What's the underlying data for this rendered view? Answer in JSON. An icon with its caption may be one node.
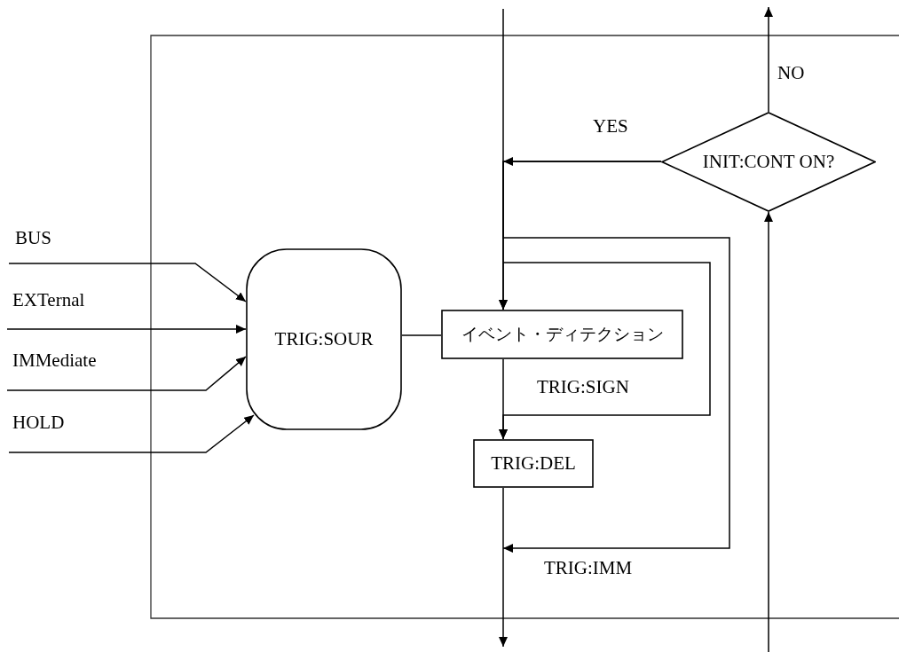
{
  "diagram": {
    "nodes": [
      {
        "text": [
          "TRIG:SOUR"
        ]
      },
      {
        "text": [
          "イベント・ディテクション"
        ]
      },
      {
        "text": [
          "TRIG:DEL"
        ]
      },
      {
        "text": [
          "INIT:CONT ON?"
        ]
      }
    ],
    "edges": [
      {
        "from": null,
        "to": 0,
        "arrow": "to",
        "label": "BUS"
      },
      {
        "from": null,
        "to": 0,
        "arrow": "to",
        "label": "EXTernal"
      },
      {
        "from": null,
        "to": 0,
        "arrow": "to",
        "label": "IMMediate"
      },
      {
        "from": null,
        "to": 0,
        "arrow": "to",
        "label": "HOLD"
      },
      {
        "from": 0,
        "to": 1,
        "arrow": "none"
      },
      {
        "from": null,
        "to": 1,
        "arrow": "to"
      },
      {
        "from": 3,
        "to": 1,
        "arrow": "to",
        "label": "YES"
      },
      {
        "from": 1,
        "to": 2,
        "arrow": "to"
      },
      {
        "from": null,
        "to": 2,
        "arrow": "to",
        "label": "TRIG:SIGN"
      },
      {
        "from": 2,
        "to": null,
        "arrow": "to"
      },
      {
        "from": 3,
        "to": null,
        "arrow": "to",
        "label": "TRIG:IMM"
      },
      {
        "from": null,
        "to": 3,
        "arrow": "to"
      },
      {
        "from": 3,
        "to": null,
        "arrow": "to",
        "label": "NO"
      }
    ]
  }
}
